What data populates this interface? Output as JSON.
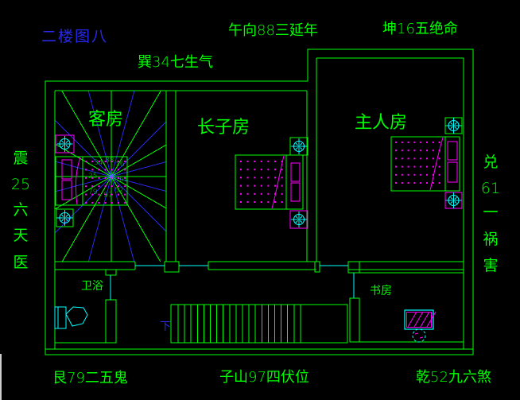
{
  "title": "二楼图八",
  "compass": {
    "top_left": "巽34七生气",
    "top_center": "午向88三延年",
    "top_right": "坤16五绝命",
    "left": [
      "震",
      "25",
      "六",
      "天",
      "医"
    ],
    "right": [
      "兑",
      "61",
      "一",
      "祸",
      "害"
    ],
    "bottom_left": "艮79二五鬼",
    "bottom_center": "子山97四伏位",
    "bottom_right": "乾52九六煞"
  },
  "rooms": {
    "guest": "客房",
    "eldest_son": "长子房",
    "master": "主人房",
    "bathroom": "卫浴",
    "study": "书房"
  },
  "luoshu": [
    "34",
    "88",
    "16",
    "25",
    "61",
    "79",
    "97",
    "52"
  ],
  "stairs": {
    "down": "下"
  },
  "colors": {
    "wall": "#00ff00",
    "blue": "#2828e8",
    "cyan": "#00ffff",
    "magenta": "#ff00ff",
    "background": "#000000"
  }
}
